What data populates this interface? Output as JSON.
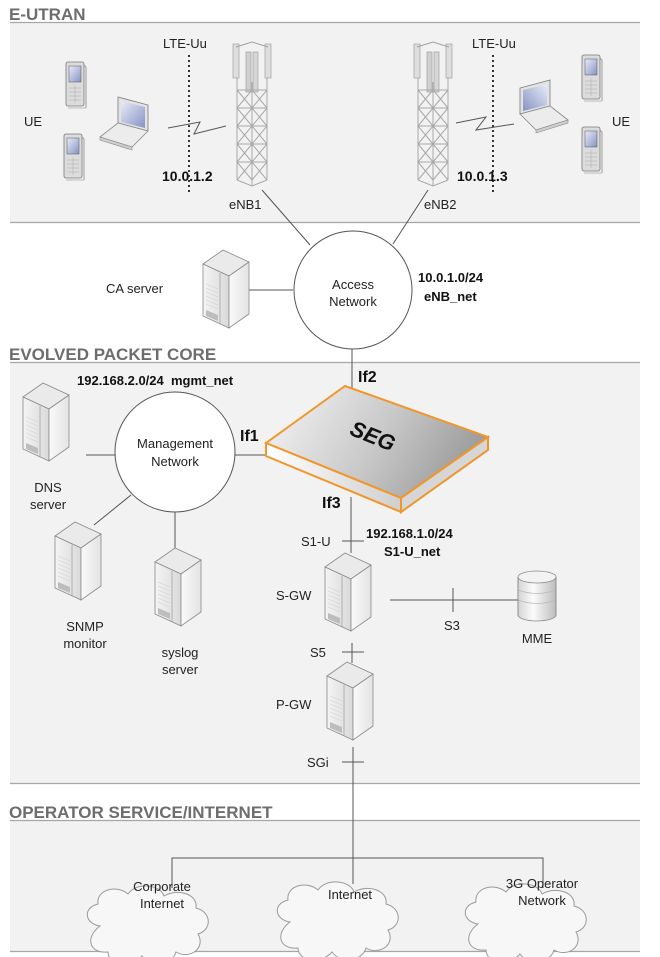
{
  "zones": {
    "eutran": {
      "title": "E-UTRAN"
    },
    "epc": {
      "title": "EVOLVED PACKET CORE"
    },
    "operator": {
      "title": "OPERATOR SERVICE/INTERNET"
    }
  },
  "eutran": {
    "ue_left_label": "UE",
    "ue_right_label": "UE",
    "lte_uu_left": "LTE-Uu",
    "lte_uu_right": "LTE-Uu",
    "enb1": {
      "label": "eNB1",
      "ip": "10.0.1.2"
    },
    "enb2": {
      "label": "eNB2",
      "ip": "10.0.1.3"
    }
  },
  "access": {
    "network_line1": "Access",
    "network_line2": "Network",
    "subnet": "10.0.1.0/24",
    "subnet_name": "eNB_net",
    "ca_server": "CA server"
  },
  "epc": {
    "mgmt_subnet": "192.168.2.0/24  mgmt_net",
    "mgmt_line1": "Management",
    "mgmt_line2": "Network",
    "seg_label": "SEG",
    "seg_color": "#f0962a",
    "if1": "If1",
    "if2": "If2",
    "if3": "If3",
    "dns_line1": "DNS",
    "dns_line2": "server",
    "snmp_line1": "SNMP",
    "snmp_line2": "monitor",
    "syslog_line1": "syslog",
    "syslog_line2": "server",
    "s1u": "S1-U",
    "s1u_subnet": "192.168.1.0/24",
    "s1u_name": "S1-U_net",
    "sgw": "S-GW",
    "s3": "S3",
    "mme": "MME",
    "s5": "S5",
    "pgw": "P-GW",
    "sgi": "SGi"
  },
  "operator": {
    "clouds": [
      {
        "line1": "Corporate",
        "line2": "Internet"
      },
      {
        "line1": "Internet",
        "line2": ""
      },
      {
        "line1": "3G Operator",
        "line2": "Network"
      }
    ]
  }
}
